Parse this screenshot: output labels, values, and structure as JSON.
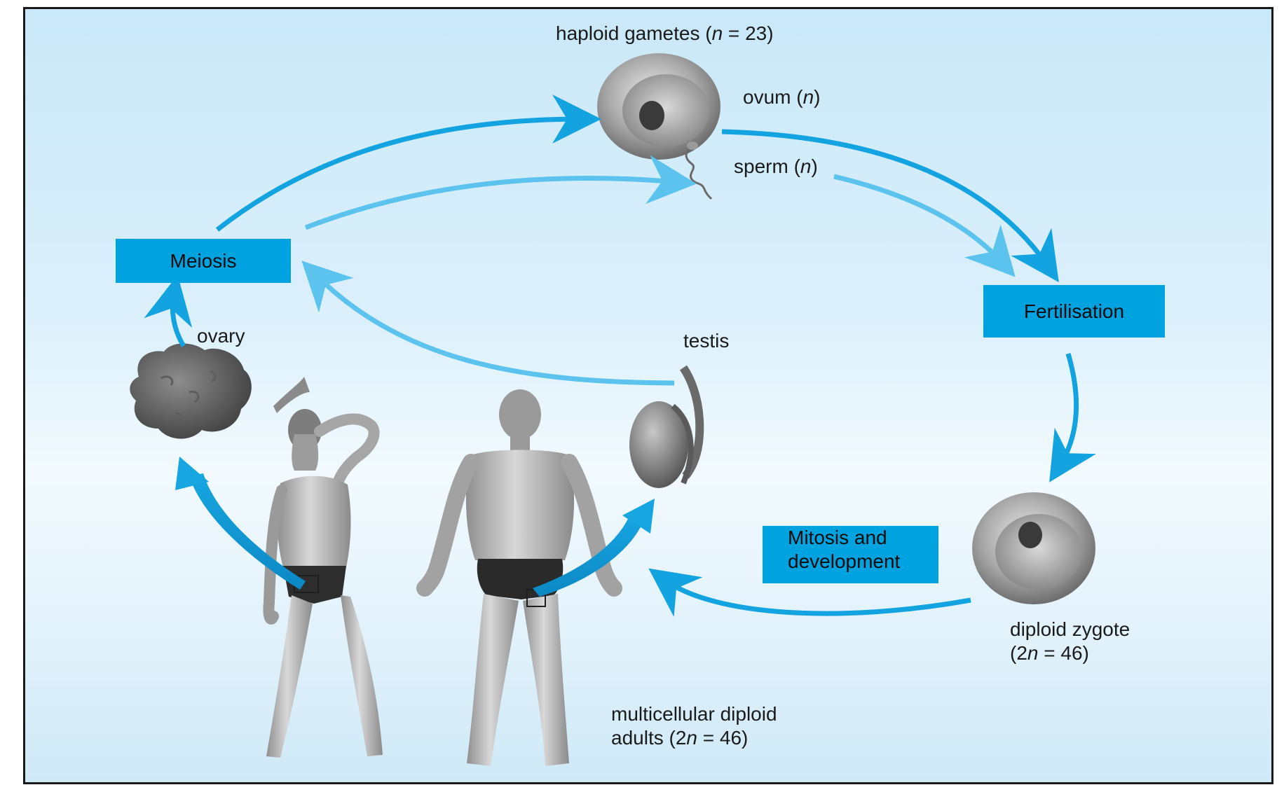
{
  "gametes": {
    "title_pre": "haploid gametes (",
    "title_var": "n",
    "title_post": " = 23)",
    "ovum_pre": "ovum (",
    "ovum_var": "n",
    "ovum_post": ")",
    "sperm_pre": "sperm (",
    "sperm_var": "n",
    "sperm_post": ")"
  },
  "processes": {
    "meiosis": "Meiosis",
    "fertilisation": "Fertilisation",
    "mitosis_line1": "Mitosis and",
    "mitosis_line2": "development"
  },
  "organs": {
    "ovary": "ovary",
    "testis": "testis"
  },
  "zygote": {
    "line1": "diploid zygote",
    "line2_pre": "(2",
    "line2_var": "n",
    "line2_post": " = 46)"
  },
  "adults": {
    "line1": "multicellular diploid",
    "line2_pre": "adults (2",
    "line2_var": "n",
    "line2_post": " = 46)"
  },
  "colors": {
    "arrow_dark": "#12a3e0",
    "arrow_light": "#5bc3ee",
    "box": "#00a3e0"
  }
}
